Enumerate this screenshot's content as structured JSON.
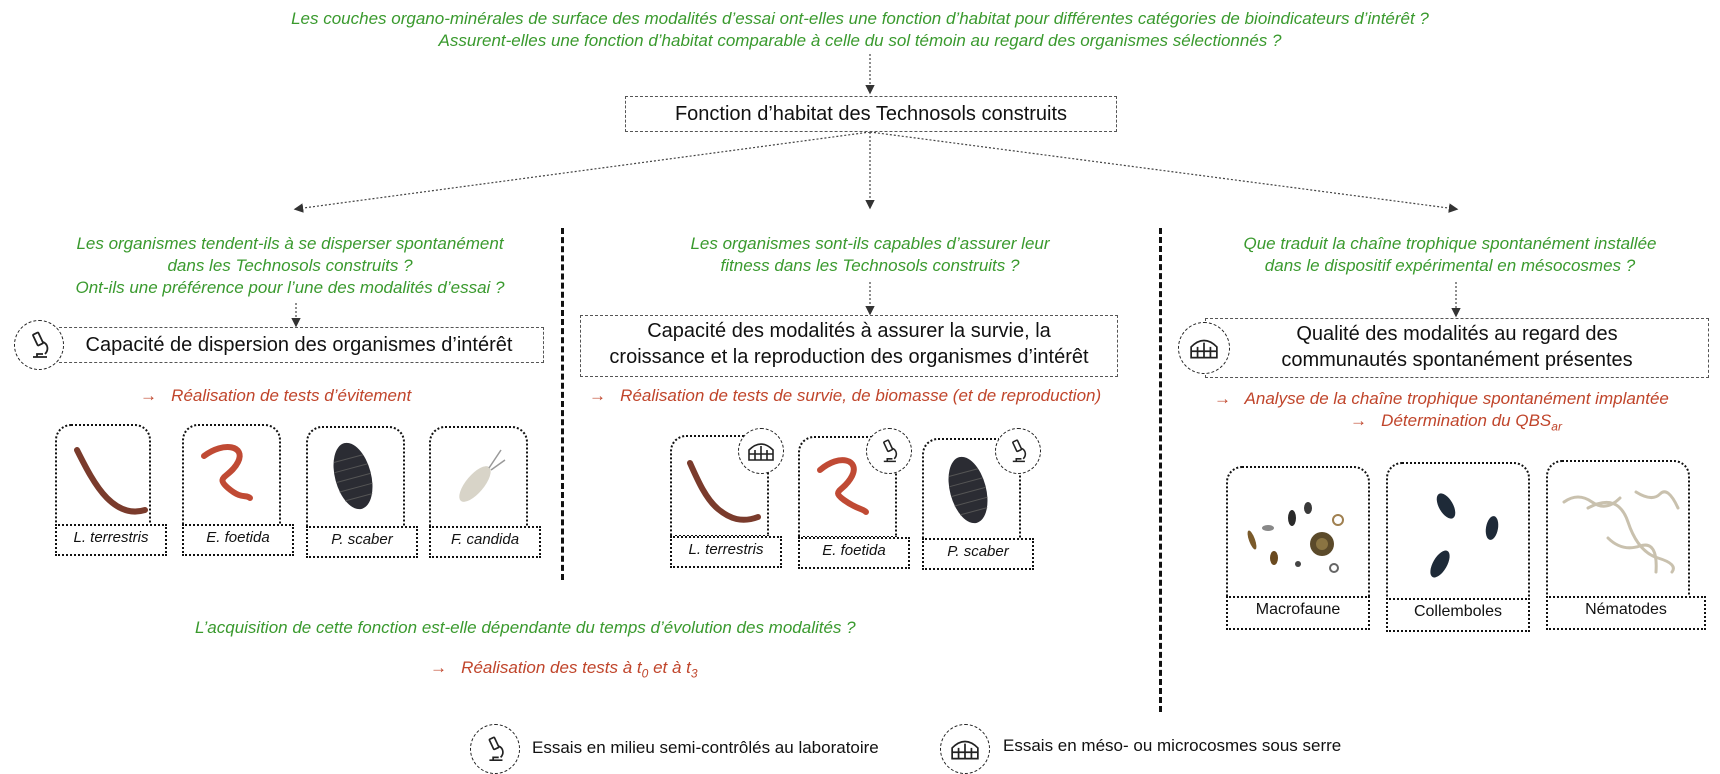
{
  "header": {
    "question_line1": "Les couches organo-minérales de surface des modalités d’essai ont-elles une fonction d’habitat pour différentes catégories de bioindicateurs d’intérêt ?",
    "question_line2": "Assurent-elles une fonction d’habitat comparable à celle du sol témoin au regard des organismes sélectionnés ?",
    "main_box": "Fonction d’habitat des Technosols construits"
  },
  "columns": [
    {
      "question": [
        "Les organismes tendent-ils à se disperser spontanément",
        "dans les Technosols construits ?",
        "Ont-ils une préférence pour l’une des modalités d’essai ?"
      ],
      "box": [
        "Capacité de dispersion des organismes d’intérêt"
      ],
      "action": "Réalisation de tests d’évitement",
      "organisms": [
        "L. terrestris",
        "E. foetida",
        "P. scaber",
        "F. candida"
      ],
      "icon": "microscope-icon"
    },
    {
      "question": [
        "Les organismes sont-ils capables d’assurer leur",
        "fitness dans les Technosols construits ?"
      ],
      "box": [
        "Capacité des modalités à assurer la survie, la",
        "croissance et la reproduction des organismes d’intérêt"
      ],
      "action": "Réalisation de tests de survie, de biomasse (et de reproduction)",
      "organisms": [
        "L. terrestris",
        "E. foetida",
        "P. scaber"
      ],
      "organism_icons": [
        "greenhouse-icon",
        "microscope-icon",
        "microscope-icon"
      ]
    },
    {
      "question": [
        "Que traduit la chaîne trophique spontanément installée",
        "dans le dispositif expérimental en mésocosmes ?"
      ],
      "box": [
        "Qualité des modalités au regard des",
        "communautés spontanément présentes"
      ],
      "action1": "Analyse de la chaîne trophique spontanément implantée",
      "action2": "Détermination du QBS",
      "action2_sub": "ar",
      "organisms": [
        "Macrofaune",
        "Collemboles",
        "Nématodes"
      ],
      "icon": "greenhouse-icon"
    }
  ],
  "bottom": {
    "question": "L’acquisition de cette fonction est-elle dépendante du temps d’évolution des modalités ?",
    "action_prefix": "Réalisation des tests à t",
    "t0_sub": "0",
    "action_mid": " et à t",
    "t3_sub": "3"
  },
  "legend": {
    "lab": "Essais en milieu semi-contrôlés au laboratoire",
    "greenhouse": "Essais en méso- ou microcosmes sous serre"
  },
  "arrow_glyph": "→",
  "colors": {
    "question": "#3a9a2e",
    "action": "#c0452b"
  }
}
